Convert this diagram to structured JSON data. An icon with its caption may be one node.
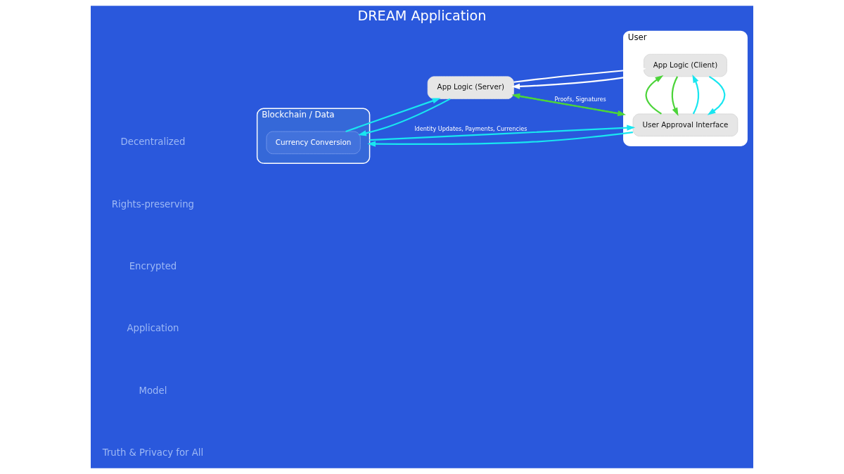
{
  "diagram": {
    "title": "DREAM Application",
    "nodes": [
      {
        "text": [
          "Blockchain / Data"
        ]
      },
      {
        "text": [
          "Currency Conversion"
        ],
        "in": 0
      },
      {
        "text": [
          "App Logic (Server)"
        ]
      },
      {
        "text": [
          "User"
        ]
      },
      {
        "text": [
          "App Logic (Client)"
        ],
        "in": 3
      },
      {
        "text": [
          "User Approval Interface"
        ],
        "in": 3
      }
    ],
    "edges": [
      {
        "from": 2,
        "to": 1,
        "arrow": "to"
      },
      {
        "from": 1,
        "to": 2,
        "arrow": "to"
      },
      {
        "from": 2,
        "to": 3,
        "arrow": "to",
        "color": "#4cd43a"
      },
      {
        "from": 3,
        "to": 2,
        "arrow": "to",
        "color": "#4cd43a",
        "label": "Proofs, Signatures"
      },
      {
        "from": 4,
        "to": 2,
        "arrow": "to",
        "color": "#ffffff"
      },
      {
        "from": 2,
        "to": 4,
        "arrow": "to",
        "color": "#ffffff"
      },
      {
        "from": 0,
        "to": 5,
        "arrow": "to",
        "label": "Identity Updates, Payments, Currencies"
      },
      {
        "from": 5,
        "to": 0,
        "arrow": "to"
      },
      {
        "from": 4,
        "to": 5,
        "arrow": "to"
      },
      {
        "from": 5,
        "to": 4,
        "arrow": "to"
      },
      {
        "from": 4,
        "to": 5,
        "arrow": "to",
        "color": "#4cd43a"
      },
      {
        "from": 5,
        "to": 4,
        "arrow": "to",
        "color": "#4cd43a"
      }
    ],
    "labels": [
      "Decentralized",
      "Rights-preserving",
      "Encrypted",
      "Application",
      "Model",
      "Truth & Privacy for All"
    ]
  }
}
